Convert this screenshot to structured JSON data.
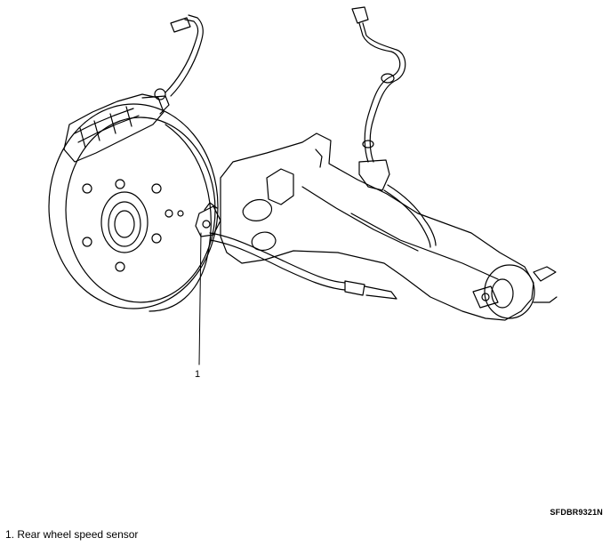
{
  "diagram": {
    "callout": "1",
    "figure_code": "SFDBR9321N",
    "caption": "1. Rear wheel speed sensor"
  },
  "colors": {
    "line": "#000000",
    "background": "#ffffff"
  }
}
